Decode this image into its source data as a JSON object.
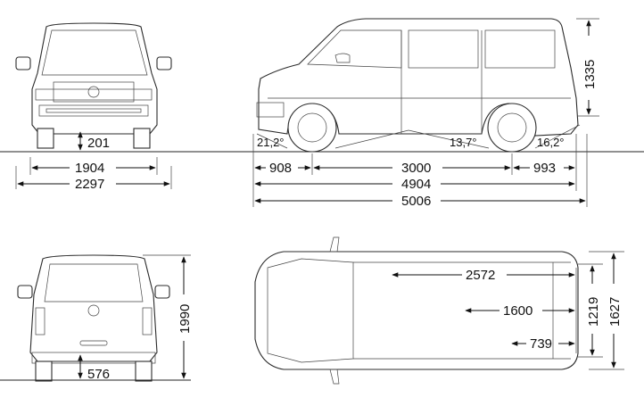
{
  "front_view": {
    "ground_clearance": "201",
    "track_width": "1904",
    "overall_width": "2297"
  },
  "side_view": {
    "approach_angle": "21,2°",
    "ramp_angle": "13,7°",
    "departure_angle": "16,2°",
    "front_overhang": "908",
    "wheelbase": "3000",
    "rear_overhang": "993",
    "length_without_tow": "4904",
    "length_total": "5006",
    "height": "1335"
  },
  "rear_view": {
    "height": "1990",
    "loading_height": "576"
  },
  "top_view": {
    "cargo_length": "2572",
    "length_1600": "1600",
    "length_739": "739",
    "inner_width": "1219",
    "width_between": "1627"
  }
}
